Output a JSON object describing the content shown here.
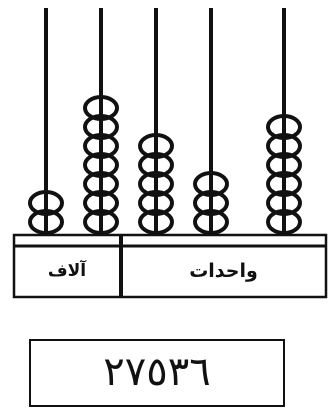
{
  "abacus": {
    "rods": [
      {
        "place": "ten-thousands",
        "beads": 2
      },
      {
        "place": "thousands",
        "beads": 7
      },
      {
        "place": "hundreds",
        "beads": 5
      },
      {
        "place": "tens",
        "beads": 3
      },
      {
        "place": "ones",
        "beads": 6
      }
    ],
    "labels": {
      "thousands": "آلاف",
      "units": "واحدات"
    }
  },
  "number": {
    "value": "٢٧٥٣٦"
  },
  "colors": {
    "ink": "#111111",
    "background": "#ffffff"
  }
}
